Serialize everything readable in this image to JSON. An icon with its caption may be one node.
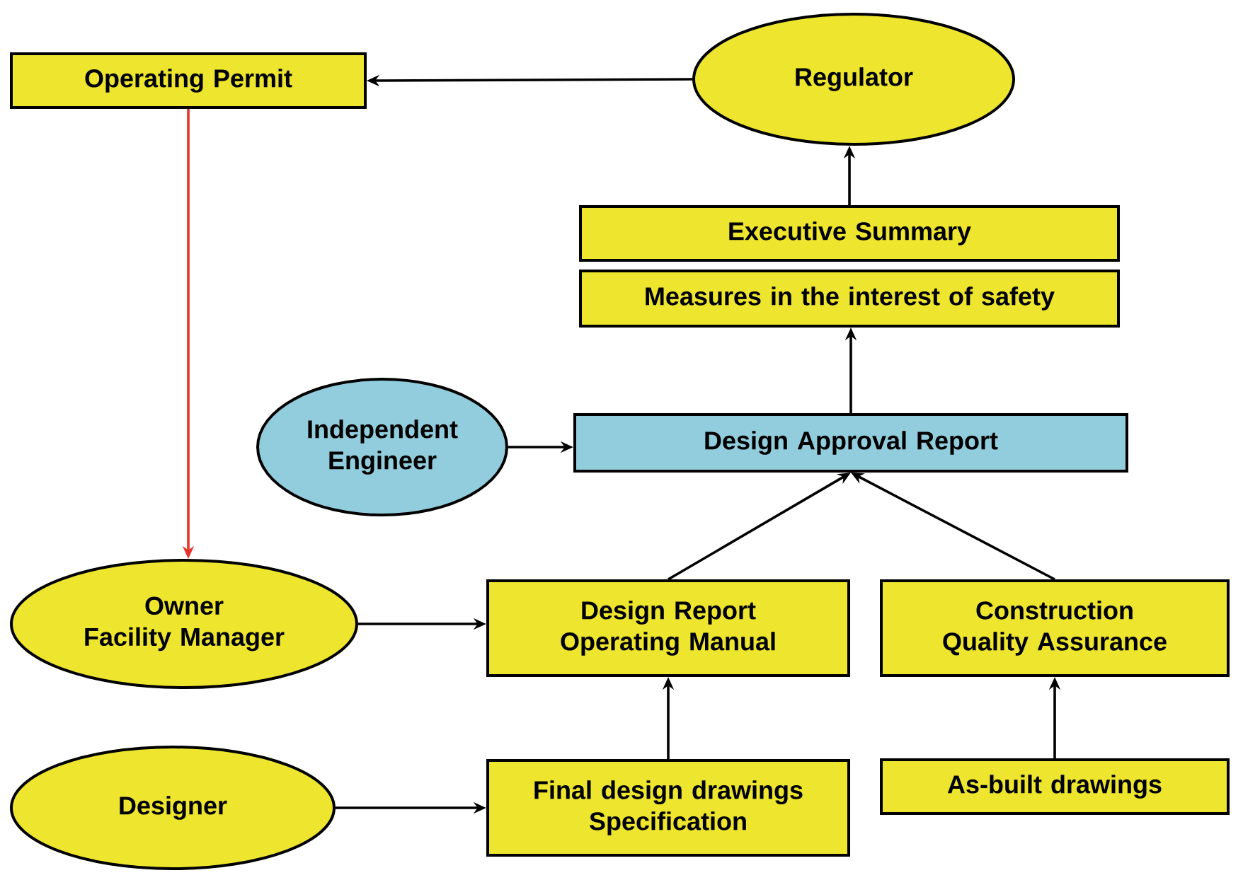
{
  "diagram": {
    "nodes": [
      {
        "text": [
          "Operating Permit"
        ]
      },
      {
        "text": [
          "Regulator"
        ]
      },
      {
        "text": [
          "Executive Summary"
        ]
      },
      {
        "text": [
          "Measures in the interest of safety"
        ]
      },
      {
        "text": [
          "Independent Engineer"
        ]
      },
      {
        "text": [
          "Design Approval Report"
        ]
      },
      {
        "text": [
          "Owner",
          "Facility Manager"
        ]
      },
      {
        "text": [
          "Design Report",
          "Operating Manual"
        ]
      },
      {
        "text": [
          "Construction Quality Assurance"
        ]
      },
      {
        "text": [
          "Designer"
        ]
      },
      {
        "text": [
          "Final design drawings",
          "Specification"
        ]
      },
      {
        "text": [
          "As-built drawings"
        ]
      }
    ],
    "edges": [
      {
        "from": 1,
        "to": 0,
        "arrow": "to"
      },
      {
        "from": 0,
        "to": 6,
        "arrow": "to",
        "color": "#e8322a"
      },
      {
        "from": 2,
        "to": 1,
        "arrow": "to"
      },
      {
        "from": 5,
        "to": 3,
        "arrow": "to"
      },
      {
        "from": 4,
        "to": 5,
        "arrow": "to"
      },
      {
        "from": 7,
        "to": 5,
        "arrow": "to"
      },
      {
        "from": 8,
        "to": 5,
        "arrow": "to"
      },
      {
        "from": 6,
        "to": 7,
        "arrow": "to"
      },
      {
        "from": 9,
        "to": 10,
        "arrow": "to"
      },
      {
        "from": 10,
        "to": 7,
        "arrow": "to"
      },
      {
        "from": 11,
        "to": 8,
        "arrow": "to"
      }
    ]
  }
}
